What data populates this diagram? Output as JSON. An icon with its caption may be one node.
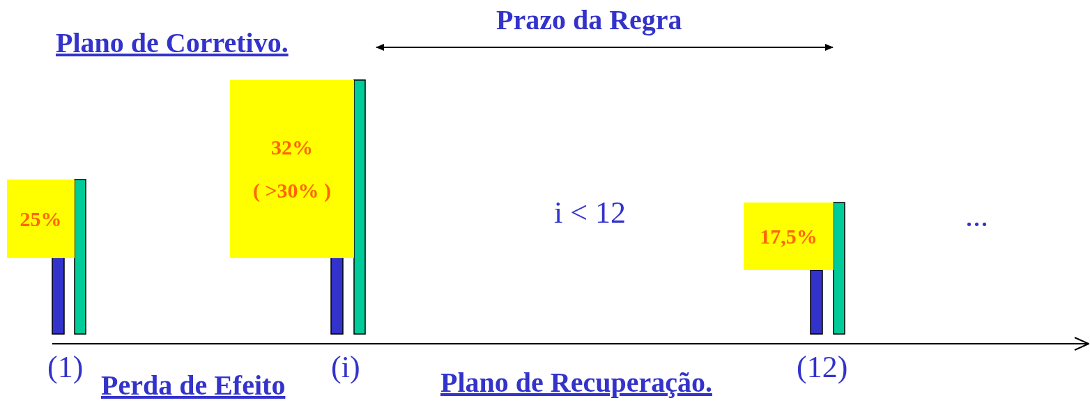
{
  "diagram": {
    "nodes": [
      {
        "text": [
          "25%"
        ]
      },
      {
        "text": [],
        "shape": "bar"
      },
      {
        "text": [],
        "shape": "bar"
      },
      {
        "text": [
          "32%",
          "( >30% )"
        ]
      },
      {
        "text": [],
        "shape": "bar"
      },
      {
        "text": [],
        "shape": "bar"
      },
      {
        "text": [
          "17,5%"
        ]
      },
      {
        "text": [],
        "shape": "bar"
      },
      {
        "text": [],
        "shape": "bar"
      }
    ],
    "labels": [
      "Prazo da Regra",
      "Plano de Corretivo.",
      "i < 12",
      "...",
      "(1)",
      "Perda de Efeito",
      "(i)",
      "Plano de Recuperação.",
      "(12)"
    ]
  }
}
